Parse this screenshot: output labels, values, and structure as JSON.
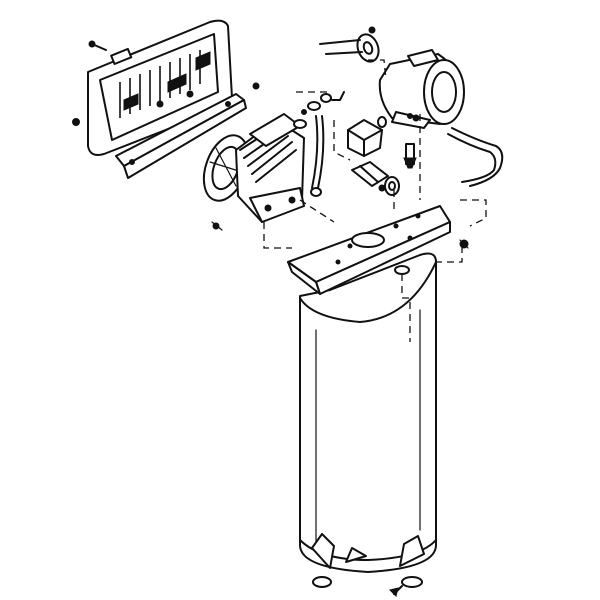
{
  "diagram": {
    "type": "exploded-parts-view",
    "colors": {
      "line": "#111111",
      "background": "#ffffff"
    },
    "parts": [
      "belt-guard",
      "guard-bracket",
      "pump-head",
      "pump-flywheel",
      "pulley",
      "electric-motor",
      "power-cord",
      "pressure-switch",
      "discharge-tube",
      "check-valve",
      "safety-valve",
      "mounting-plate",
      "air-tank",
      "tank-feet",
      "drain-valve"
    ]
  }
}
